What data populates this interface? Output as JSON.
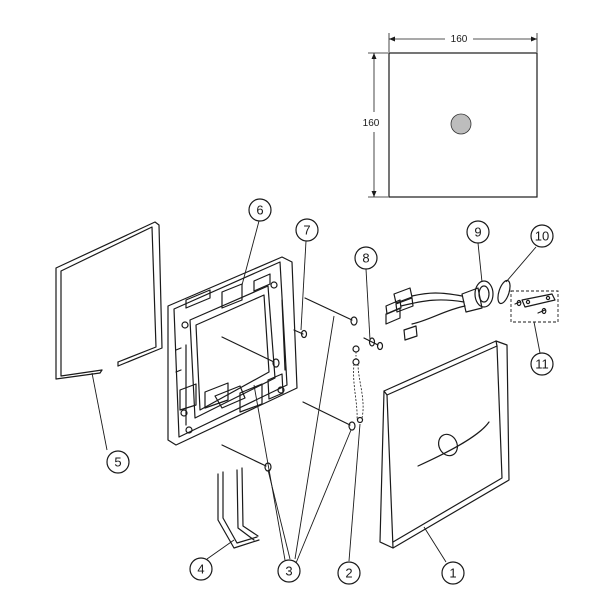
{
  "dimensions": {
    "width_label": "160",
    "height_label": "160"
  },
  "callouts": {
    "c1": "1",
    "c2": "2",
    "c3": "3",
    "c4": "4",
    "c5": "5",
    "c6": "6",
    "c7": "7",
    "c8": "8",
    "c9": "9",
    "c10": "10",
    "c11": "11"
  },
  "colors": {
    "line": "#1a1a1a",
    "sensor_dot": "#bdbdbd",
    "background": "#ffffff"
  }
}
